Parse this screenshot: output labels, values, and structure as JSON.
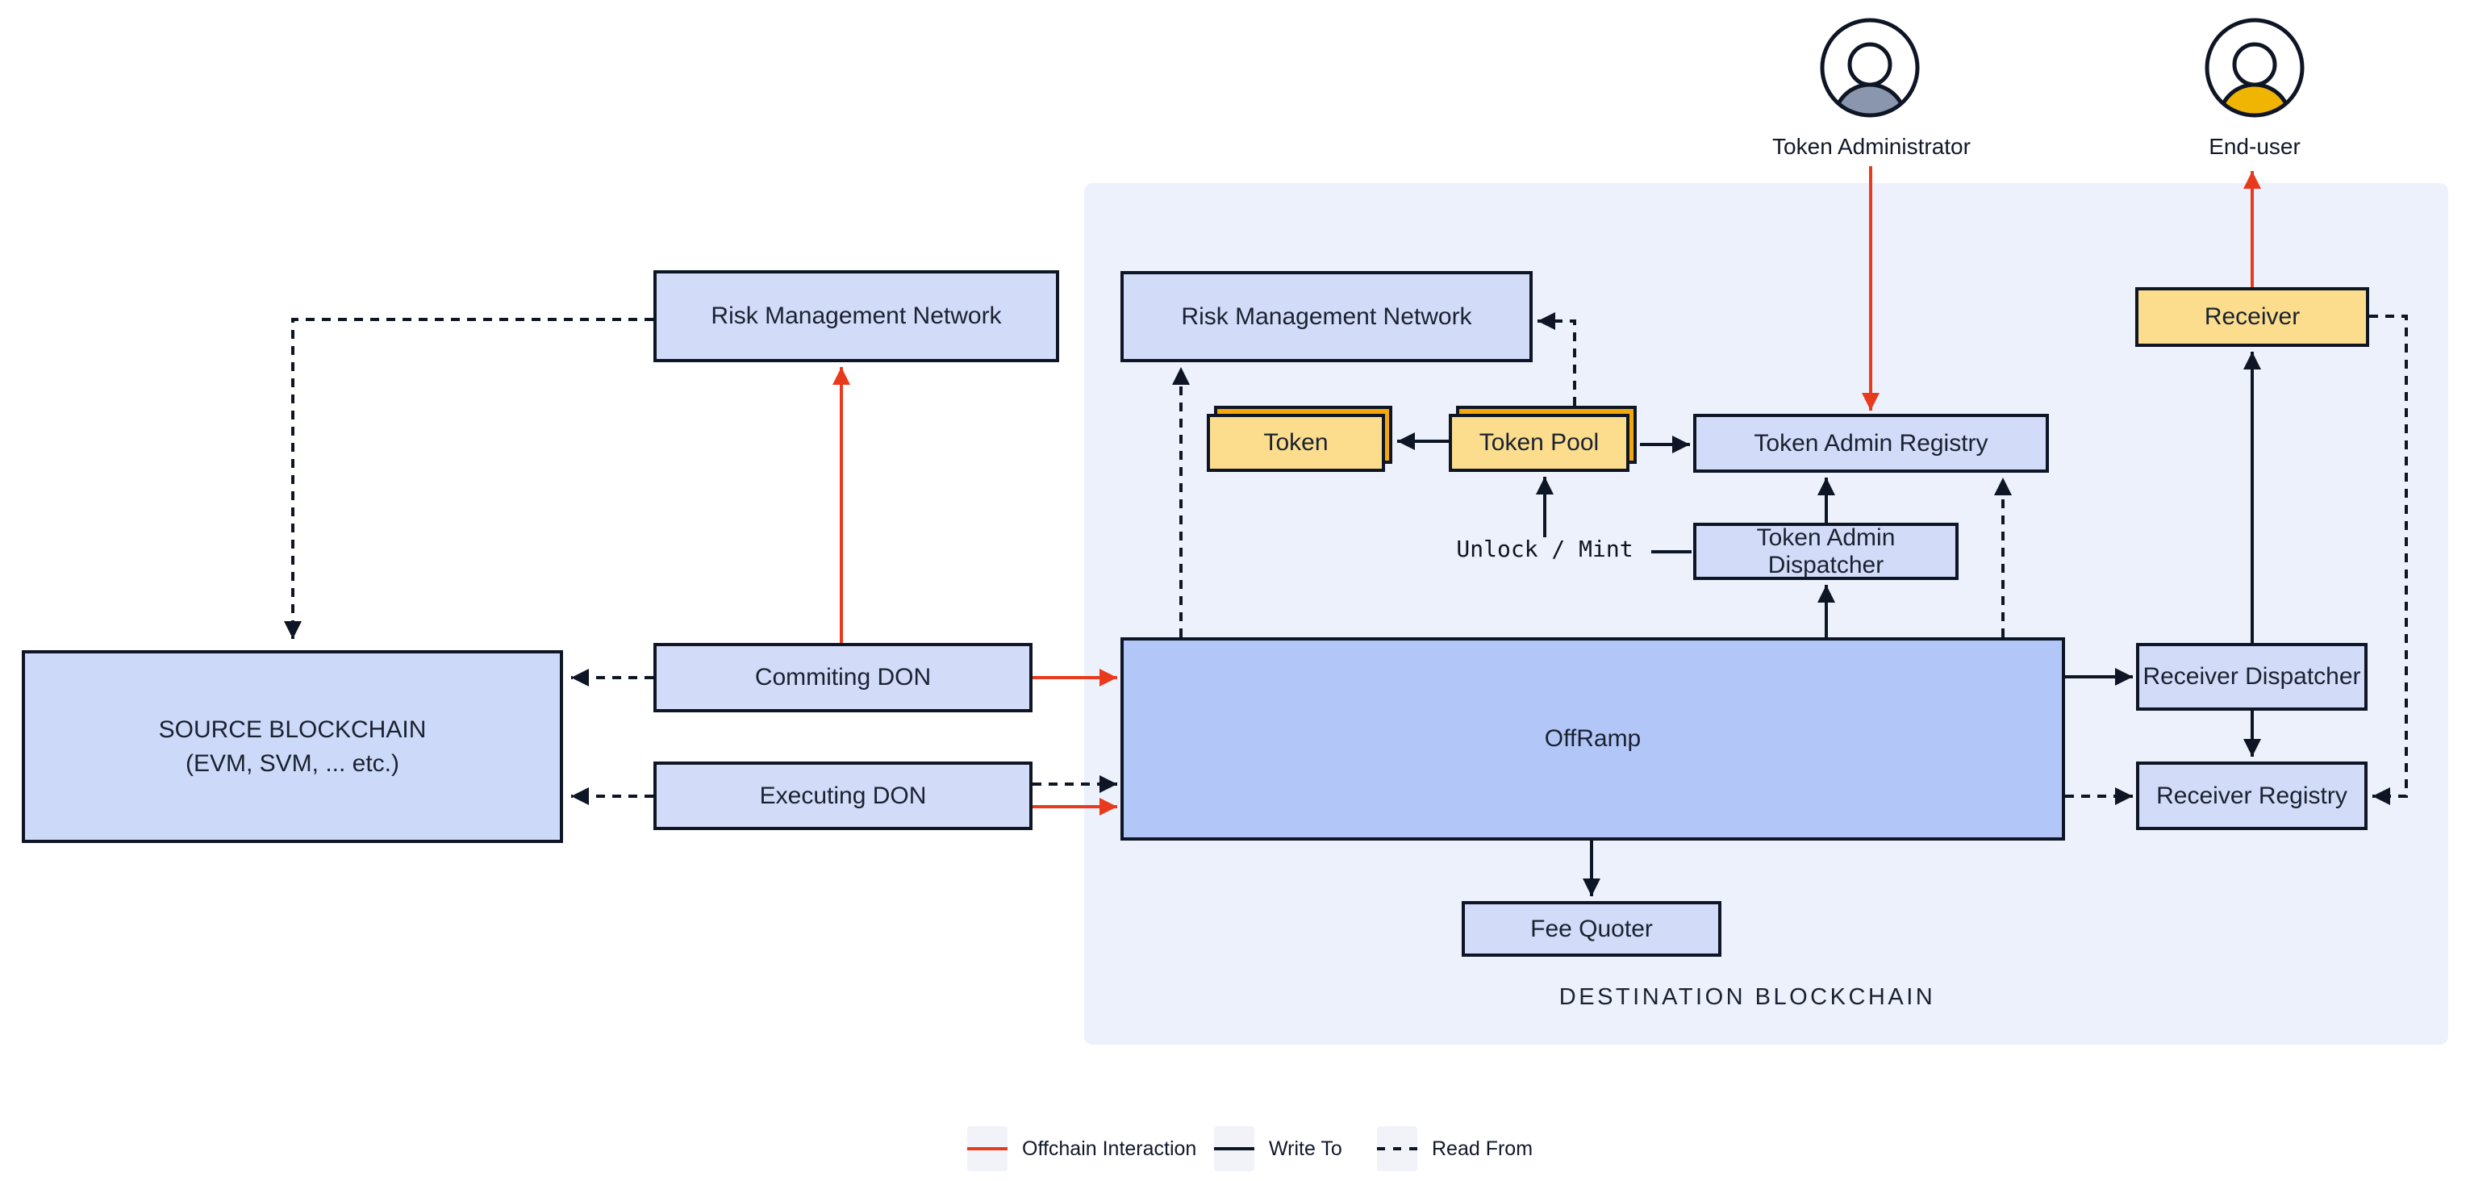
{
  "actors": {
    "token_administrator": "Token Administrator",
    "end_user": "End-user"
  },
  "nodes": {
    "rmn": "Risk Management Network",
    "source_line1": "SOURCE BLOCKCHAIN",
    "source_line2": "(EVM, SVM, ... etc.)",
    "commiting_don": "Commiting DON",
    "executing_don": "Executing DON",
    "token": "Token",
    "token_pool": "Token Pool",
    "token_admin_registry": "Token Admin Registry",
    "token_admin_dispatcher": "Token Admin Dispatcher",
    "unlock_mint": "Unlock / Mint",
    "offramp": "OffRamp",
    "fee_quoter": "Fee Quoter",
    "receiver": "Receiver",
    "receiver_dispatcher": "Receiver Dispatcher",
    "receiver_registry": "Receiver Registry",
    "destination_label": "DESTINATION BLOCKCHAIN"
  },
  "legend": {
    "items": [
      {
        "label": "Offchain Interaction",
        "style": "offchain"
      },
      {
        "label": "Write To",
        "style": "write"
      },
      {
        "label": "Read From",
        "style": "read"
      }
    ]
  },
  "colors": {
    "offchain_red": "#E83B1E",
    "line_dark": "#0E1524",
    "panel_background": "#EDF1FC",
    "box_blue": "#D2DBF8",
    "box_blue_deep": "#B2C7F8",
    "source_blue": "#CDD9F8",
    "yellow_front": "#FBDD8D",
    "yellow_back": "#F5A80C",
    "admin_shoulders": "#8A96AD",
    "end_user_shoulders": "#F0B402"
  }
}
